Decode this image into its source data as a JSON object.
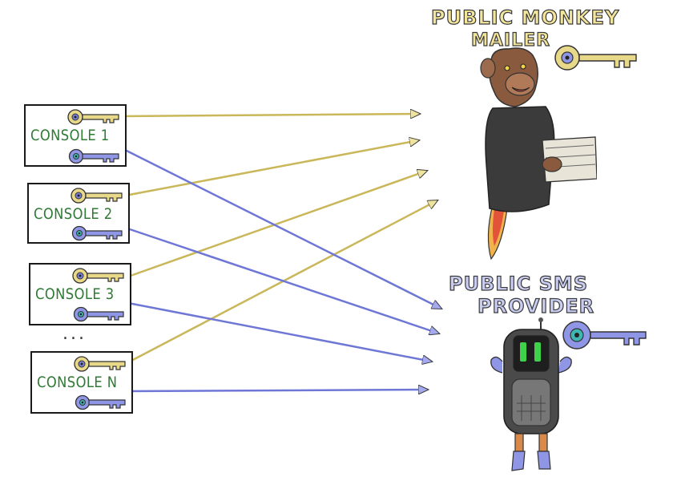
{
  "consoles": [
    {
      "label": "CONSOLE 1"
    },
    {
      "label": "CONSOLE 2"
    },
    {
      "label": "CONSOLE 3"
    },
    {
      "label": "CONSOLE N"
    }
  ],
  "ellipsis": "...",
  "mailer": {
    "title_line1": "PUBLIC MONKEY",
    "title_line2": "MAILER"
  },
  "sms": {
    "title_line1": "PUBLIC SMS",
    "title_line2": "PROVIDER"
  },
  "colors": {
    "gold_key": "#e8d98a",
    "gold_arrow": "#c9b75a",
    "blue_key": "#8f96e6",
    "blue_arrow": "#6f77d6",
    "console_text": "#2f7a34"
  },
  "icons": [
    "gold-key-icon",
    "blue-key-icon",
    "monkey-mailer-figure",
    "robot-phone-figure"
  ]
}
